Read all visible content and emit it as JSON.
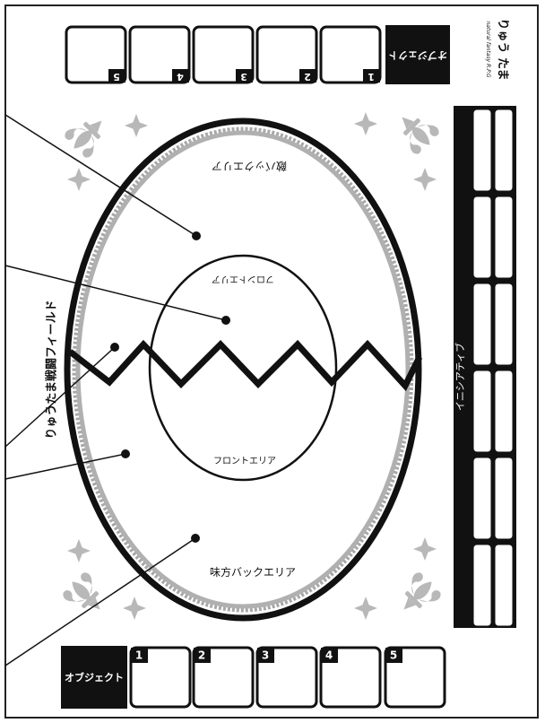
{
  "title": "りゅうたま戦闘フィールド",
  "logo": {
    "main": "りゅう たま",
    "sub": "natural fantasy R.P.G"
  },
  "enemy_back_area": "敵バックエリア",
  "enemy_front_area": "フロントエリア",
  "ally_front_area": "フロントエリア",
  "ally_back_area": "味方バックエリア",
  "initiative_label": "イニシアティブ",
  "object_label_top": "オブジェクト",
  "object_label_bottom": "オブジェクト",
  "top_slots": [
    "1",
    "2",
    "3",
    "4",
    "5"
  ],
  "bottom_slots": [
    "1",
    "2",
    "3",
    "4",
    "5"
  ],
  "colors": {
    "ink": "#111111",
    "ornament": "#b8b8b8",
    "border_gray": "#a8a8a8"
  }
}
